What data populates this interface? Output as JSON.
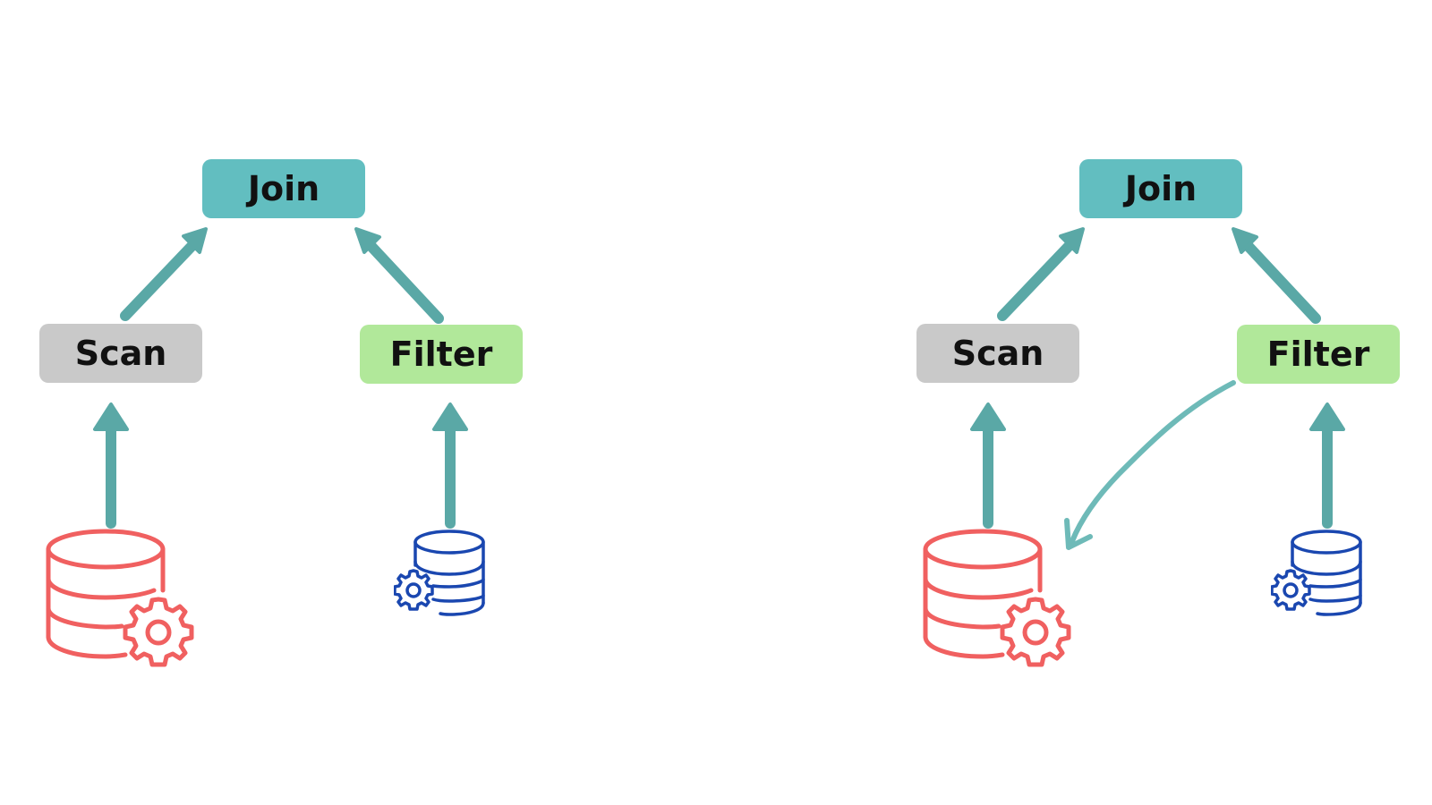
{
  "diagrams": [
    {
      "id": "plan-before",
      "nodes": {
        "join": "Join",
        "scan": "Scan",
        "filter": "Filter"
      },
      "show_pushdown_arrow": false
    },
    {
      "id": "plan-after",
      "nodes": {
        "join": "Join",
        "scan": "Scan",
        "filter": "Filter"
      },
      "show_pushdown_arrow": true
    }
  ],
  "colors": {
    "join_fill": "#62bec0",
    "scan_fill": "#c9c9c9",
    "filter_fill": "#b1e89a",
    "edge": "#5aa8a6",
    "pushdown_edge": "#6ebab8",
    "large_db_icon": "#f06060",
    "small_db_icon": "#1a47b0"
  },
  "icons": {
    "large_source": "database-gear-icon",
    "small_source": "database-gear-icon"
  }
}
